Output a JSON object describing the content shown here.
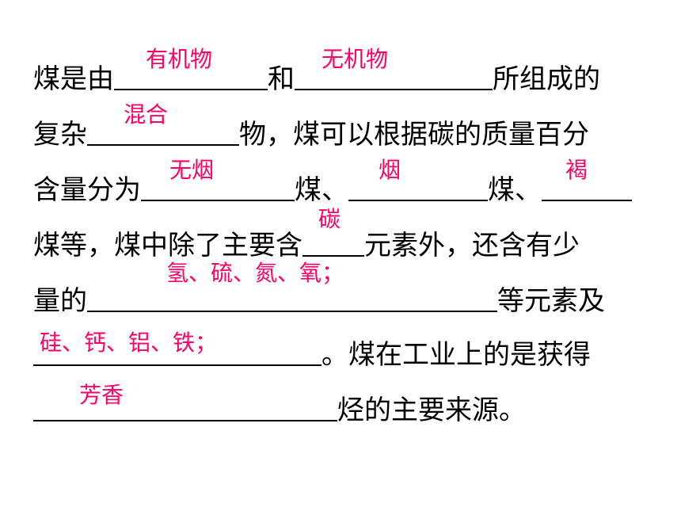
{
  "colors": {
    "text": "#000000",
    "answer": "#ff0066",
    "underline": "#000000",
    "background": "#ffffff"
  },
  "lines": [
    {
      "t1": "煤是由",
      "a1": "有机物",
      "t2": "和",
      "a2": "无机物",
      "t3": "所组成的"
    },
    {
      "t1": "复杂",
      "a1": "混合",
      "t2": "物，煤可以根据碳的质量百分"
    },
    {
      "t1": "含量分为",
      "a1": "无烟",
      "t2": "煤、",
      "a2": "烟",
      "t3": "煤、",
      "a3": "褐"
    },
    {
      "t1": "煤等，煤中除了主要含",
      "a1": "碳",
      "t2": "元素外，还含有少"
    },
    {
      "t1": "量的",
      "a1": "氢、硫、氮、氧；",
      "t2": "等元素及"
    },
    {
      "a1": "硅、钙、铝、铁；",
      "t1": "。煤在工业上的是获得"
    },
    {
      "a1": "芳香",
      "t1": "烃的主要来源。"
    }
  ]
}
